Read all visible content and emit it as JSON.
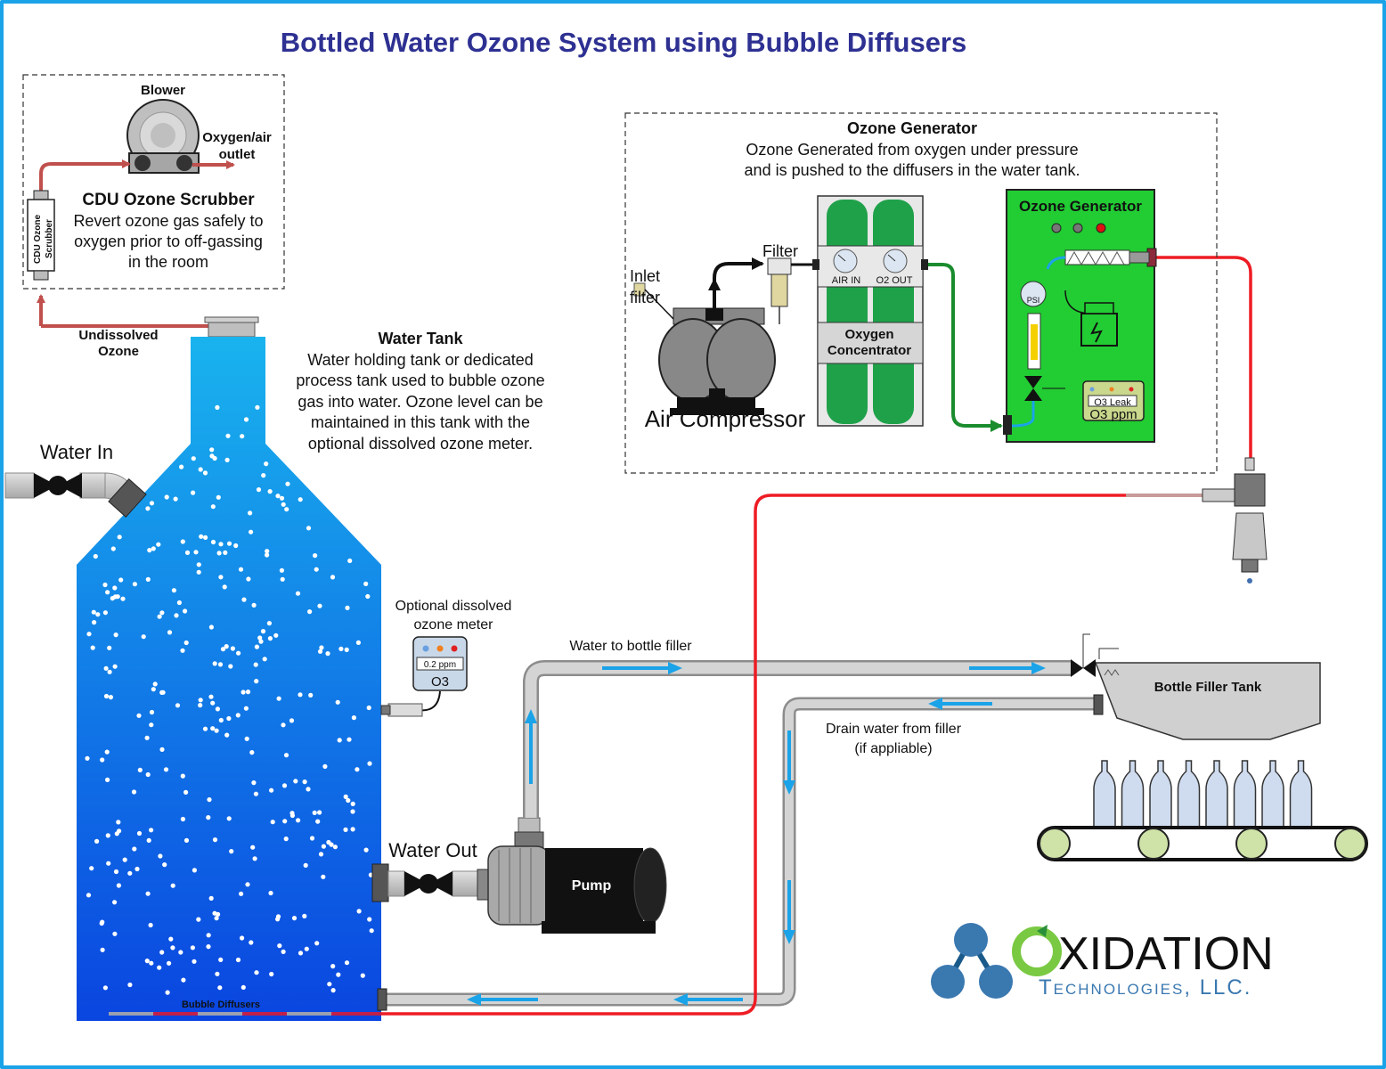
{
  "title": "Bottled Water Ozone System using Bubble Diffusers",
  "scrubber": {
    "blower_label": "Blower",
    "outlet_label_1": "Oxygen/air",
    "outlet_label_2": "outlet",
    "cartridge_text_1": "CDU Ozone",
    "cartridge_text_2": "Scrubber",
    "title": "CDU Ozone Scrubber",
    "desc_1": "Revert ozone gas safely to",
    "desc_2": "oxygen prior to off-gassing",
    "desc_3": "in the room"
  },
  "undissolved": {
    "line_1": "Undissolved",
    "line_2": "Ozone"
  },
  "tank": {
    "title": "Water Tank",
    "desc_1": "Water holding tank or dedicated",
    "desc_2": "process tank used to bubble ozone",
    "desc_3": "gas into water.  Ozone level can be",
    "desc_4": "maintained in this tank with the",
    "desc_5": "optional dissolved ozone meter.",
    "water_in": "Water In",
    "water_out": "Water Out",
    "diffusers": "Bubble Diffusers"
  },
  "meter": {
    "label_1": "Optional dissolved",
    "label_2": "ozone meter",
    "reading": "0.2 ppm",
    "unit": "O3"
  },
  "generator_box": {
    "title": "Ozone Generator",
    "desc_1": "Ozone Generated from oxygen under pressure",
    "desc_2": "and is pushed to the diffusers in the water tank."
  },
  "compressor": {
    "label": "Air Compressor",
    "inlet_1": "Inlet",
    "inlet_2": "filter",
    "filter": "Filter"
  },
  "concentrator": {
    "gauge_in": "AIR IN",
    "gauge_out": "O2 OUT",
    "label_1": "Oxygen",
    "label_2": "Concentrator"
  },
  "generator_unit": {
    "title": "Ozone Generator",
    "psi": "PSI",
    "leak": "O3 Leak",
    "ppm": "O3 ppm"
  },
  "pump": {
    "label": "Pump"
  },
  "flow": {
    "to_filler": "Water to bottle filler",
    "drain_1": "Drain water from filler",
    "drain_2": "(if appliable)"
  },
  "filler": {
    "label": "Bottle Filler Tank"
  },
  "logo": {
    "word": "XIDATION",
    "sub": "Technologies, LLC."
  },
  "colors": {
    "ozone_line": "#ee1c24",
    "oxygen_line": "#1a8c2e",
    "water_pipe": "#c8c8c8",
    "flow_arrow": "#1aa3e8",
    "title": "#2e3192",
    "generator_green": "#22cc33",
    "scrubber_line": "#c0504d"
  }
}
